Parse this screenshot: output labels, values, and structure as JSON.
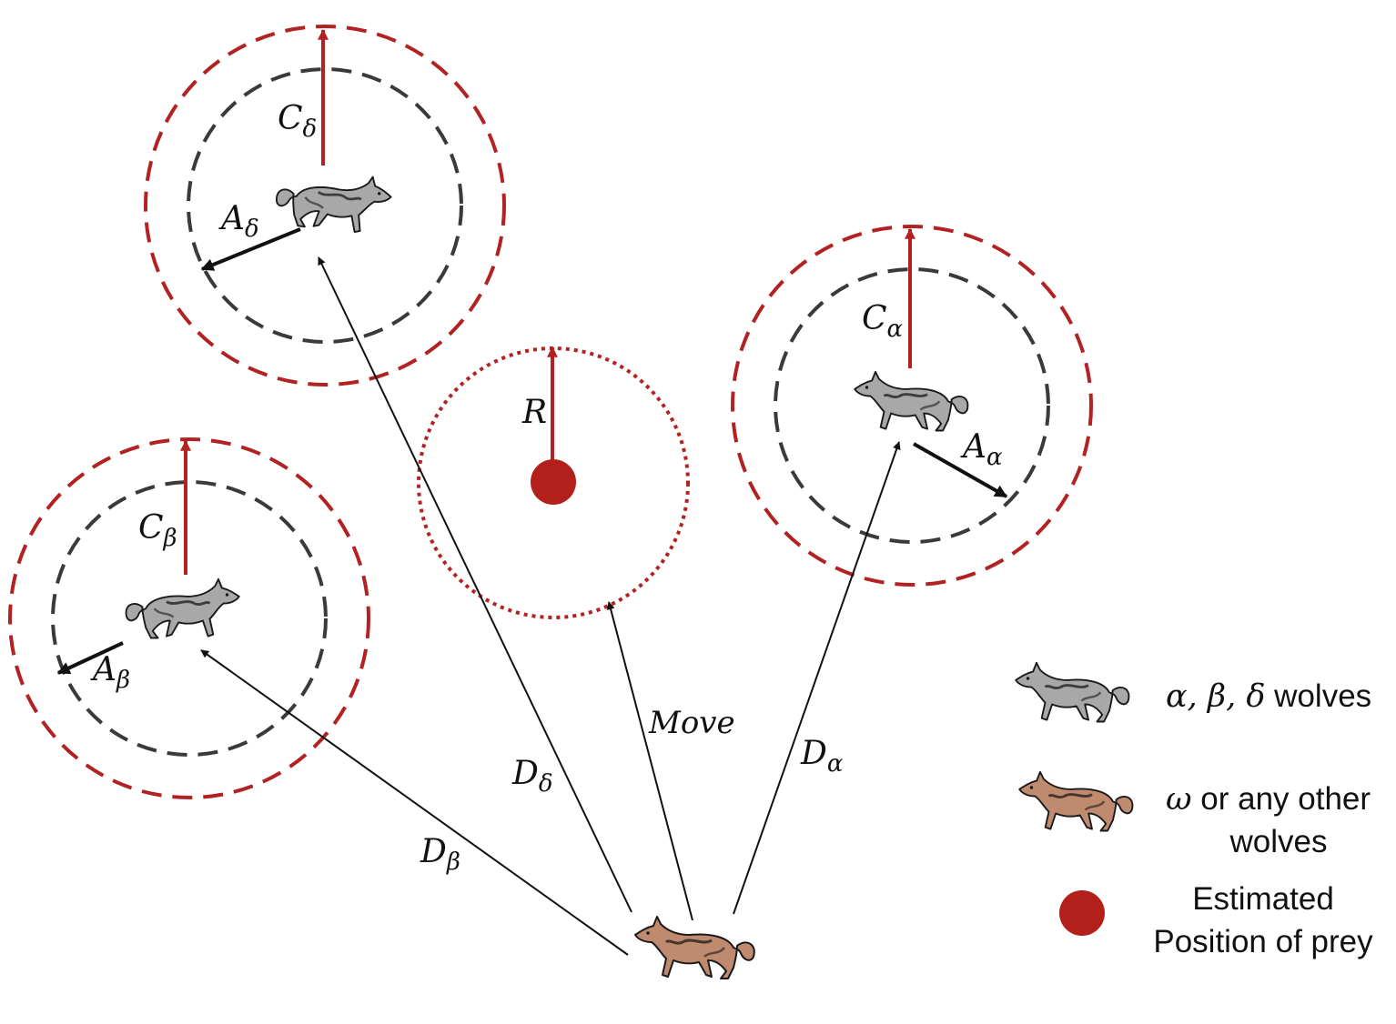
{
  "labels": {
    "c_delta": {
      "main": "C",
      "sub": "δ"
    },
    "a_delta": {
      "main": "A",
      "sub": "δ"
    },
    "c_alpha": {
      "main": "C",
      "sub": "α"
    },
    "a_alpha": {
      "main": "A",
      "sub": "α"
    },
    "c_beta": {
      "main": "C",
      "sub": "β"
    },
    "a_beta": {
      "main": "A",
      "sub": "β"
    },
    "d_delta": {
      "main": "D",
      "sub": "δ"
    },
    "d_alpha": {
      "main": "D",
      "sub": "α"
    },
    "d_beta": {
      "main": "D",
      "sub": "β"
    },
    "r": "R",
    "move": "Move"
  },
  "legend": {
    "leaders_symbols": "α, β, δ",
    "leaders_text": " wolves",
    "omega_symbol": "ω",
    "omega_line1": " or any other",
    "omega_line2": "wolves",
    "prey_line1": "Estimated",
    "prey_line2": "Position of prey"
  },
  "colors": {
    "outer_ring": "#b22222",
    "inner_ring": "#3a3a3a",
    "c_arrow": "#b22222",
    "prey_dot": "#b3201b",
    "leader_wolf": "#a8a8a8",
    "omega_wolf": "#c08a6e"
  }
}
